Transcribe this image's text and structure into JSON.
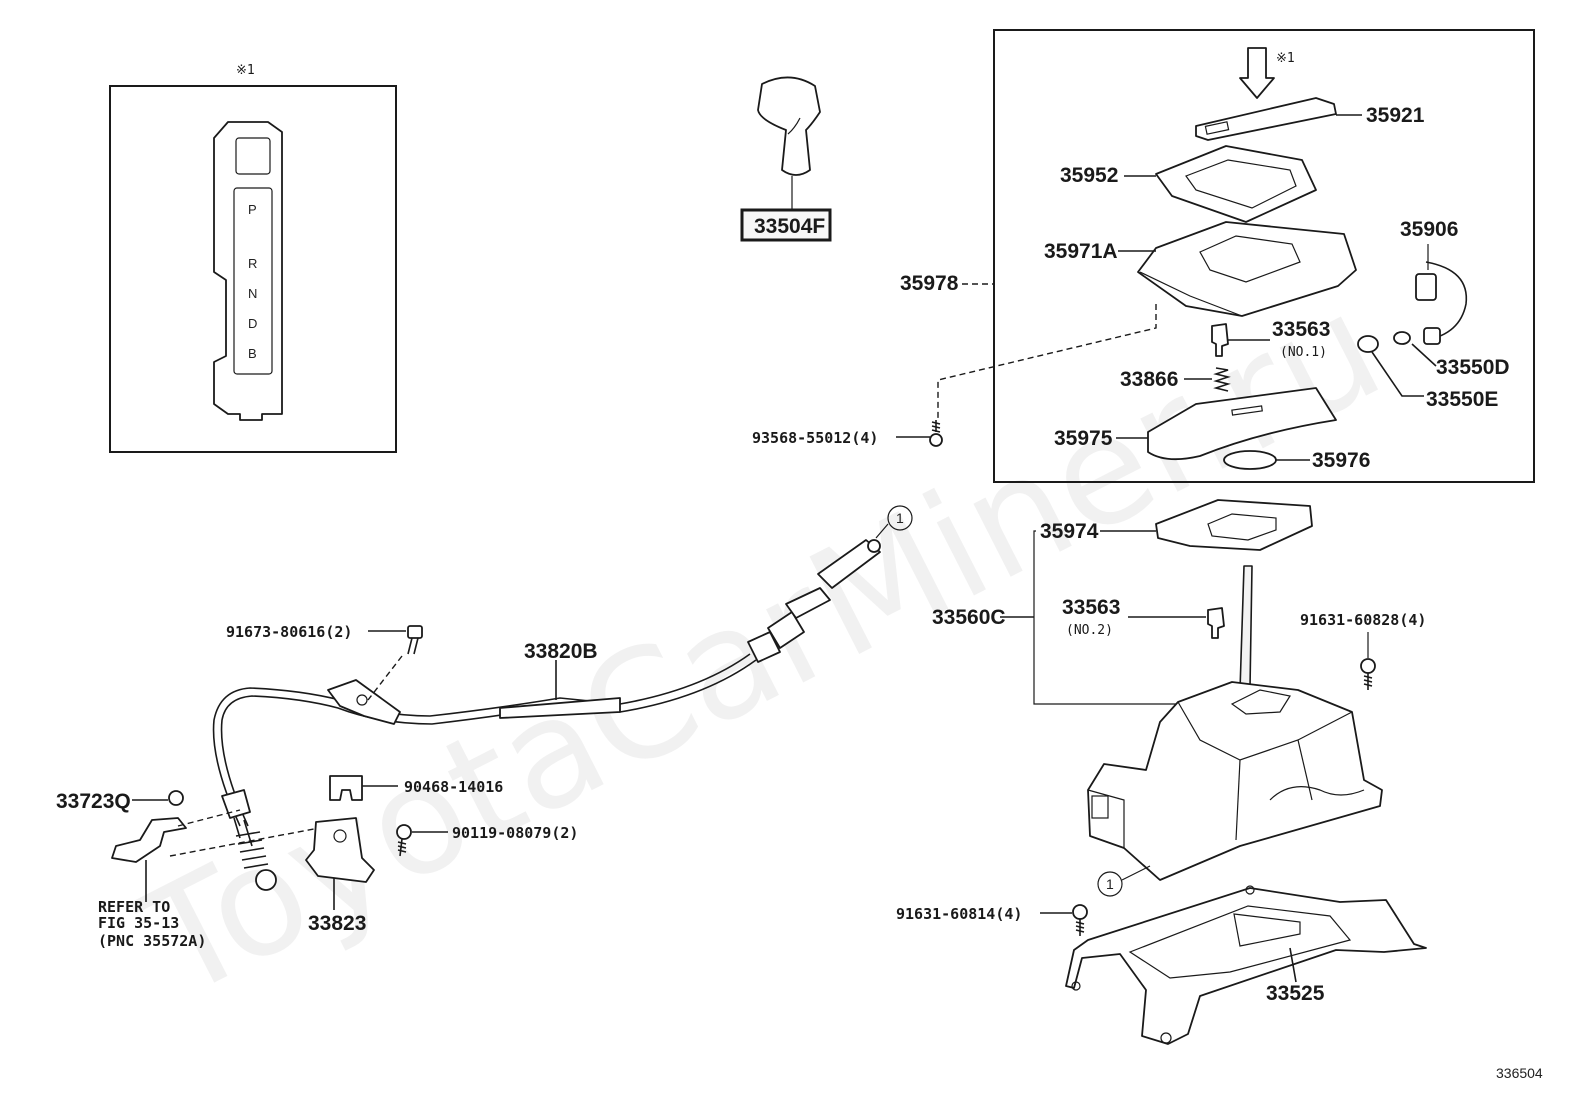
{
  "watermark": "ToyotaCarMiner.ru",
  "figure_id": "336504",
  "inset": {
    "note_mark": "※1",
    "shift_letters": [
      "P",
      "R",
      "N",
      "D",
      "B"
    ]
  },
  "callout_mark": "※1",
  "circle_ref": "1",
  "labels": {
    "p33504F": "33504F",
    "p35921": "35921",
    "p35952": "35952",
    "p35906": "35906",
    "p35971A": "35971A",
    "p35978": "35978",
    "p33563_no1": "33563",
    "no1": "(NO.1)",
    "p33550D": "33550D",
    "p33866": "33866",
    "p33550E": "33550E",
    "p93568": "93568-55012(4)",
    "p35975": "35975",
    "p35976": "35976",
    "p35974": "35974",
    "p33560C": "33560C",
    "p33563_no2": "33563",
    "no2": "(NO.2)",
    "p91631_60828": "91631-60828(4)",
    "p91673": "91673-80616(2)",
    "p33820B": "33820B",
    "p33723Q": "33723Q",
    "p90468": "90468-14016",
    "p90119": "90119-08079(2)",
    "p33823": "33823",
    "p91631_60814": "91631-60814(4)",
    "p33525": "33525",
    "refer_line1": "REFER TO",
    "refer_line2": "FIG 35-13",
    "refer_line3": "(PNC 35572A)"
  }
}
